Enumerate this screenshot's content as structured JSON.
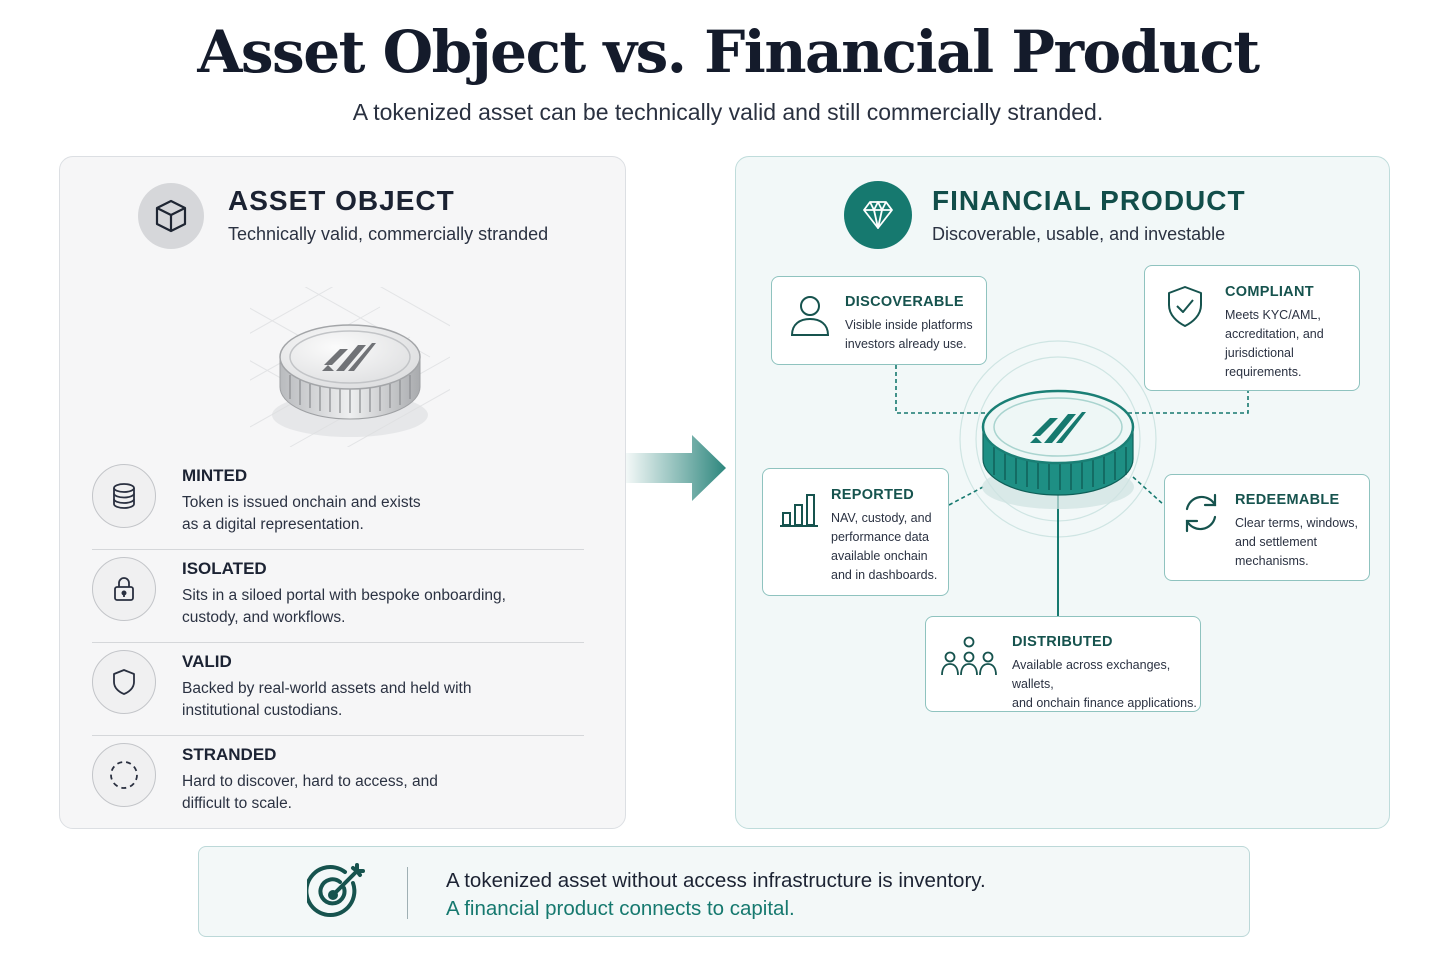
{
  "header": {
    "title": "Asset Object vs. Financial Product",
    "subtitle": "A tokenized asset can be technically valid and still commercially stranded."
  },
  "asset_object": {
    "icon": "cube-icon",
    "title": "ASSET OBJECT",
    "subtitle": "Technically valid, commercially stranded",
    "properties": [
      {
        "icon": "database-icon",
        "title": "MINTED",
        "line1": "Token is issued onchain and exists",
        "line2": "as a digital representation."
      },
      {
        "icon": "lock-icon",
        "title": "ISOLATED",
        "line1": "Sits in a siloed portal with bespoke onboarding,",
        "line2": "custody, and workflows."
      },
      {
        "icon": "shield-icon",
        "title": "VALID",
        "line1": "Backed by real-world assets and held with",
        "line2": "institutional custodians."
      },
      {
        "icon": "dashed-circle-icon",
        "title": "STRANDED",
        "line1": "Hard to discover, hard to access, and",
        "line2": "difficult to scale."
      }
    ]
  },
  "financial_product": {
    "icon": "diamond-icon",
    "title": "FINANCIAL PRODUCT",
    "subtitle": "Discoverable, usable, and investable",
    "cards": {
      "discoverable": {
        "icon": "user-icon",
        "title": "DISCOVERABLE",
        "lines": [
          "Visible inside platforms",
          "investors already use."
        ]
      },
      "compliant": {
        "icon": "shield-check-icon",
        "title": "COMPLIANT",
        "lines": [
          "Meets KYC/AML,",
          "accreditation, and",
          "jurisdictional",
          "requirements."
        ]
      },
      "reported": {
        "icon": "bar-chart-icon",
        "title": "REPORTED",
        "lines": [
          "NAV, custody, and",
          "performance data",
          "available onchain",
          "and in dashboards."
        ]
      },
      "redeemable": {
        "icon": "refresh-icon",
        "title": "REDEEMABLE",
        "lines": [
          "Clear terms, windows,",
          "and settlement",
          "mechanisms."
        ]
      },
      "distributed": {
        "icon": "people-network-icon",
        "title": "DISTRIBUTED",
        "lines": [
          "Available across exchanges, wallets,",
          "and onchain finance applications."
        ]
      }
    }
  },
  "banner": {
    "icon": "target-icon",
    "line1": "A tokenized asset without access infrastructure is inventory.",
    "line2": "A financial product connects to capital."
  },
  "colors": {
    "teal": "#16796f",
    "teal_dark": "#124e4a",
    "gray_panel": "#f6f6f7",
    "teal_panel": "#f2f8f8"
  }
}
